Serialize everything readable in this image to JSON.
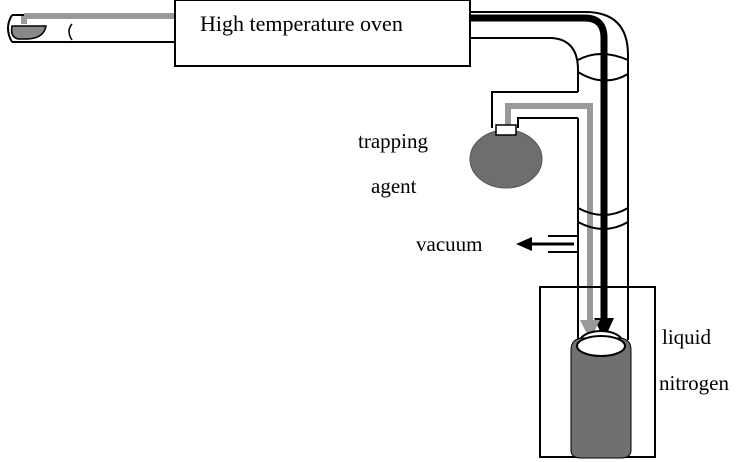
{
  "labels": {
    "oven": "High temperature oven",
    "trapping_line1": "trapping",
    "trapping_line2": "agent",
    "vacuum": "vacuum",
    "liquid_line1": "liquid",
    "liquid_line2": "nitrogen"
  },
  "colors": {
    "outline": "#000000",
    "gray_stream": "#999999",
    "black_stream": "#000000",
    "flask_fill": "#6e6e6e",
    "collector_fill": "#707070",
    "boat_fill": "#888888",
    "background": "#ffffff"
  }
}
